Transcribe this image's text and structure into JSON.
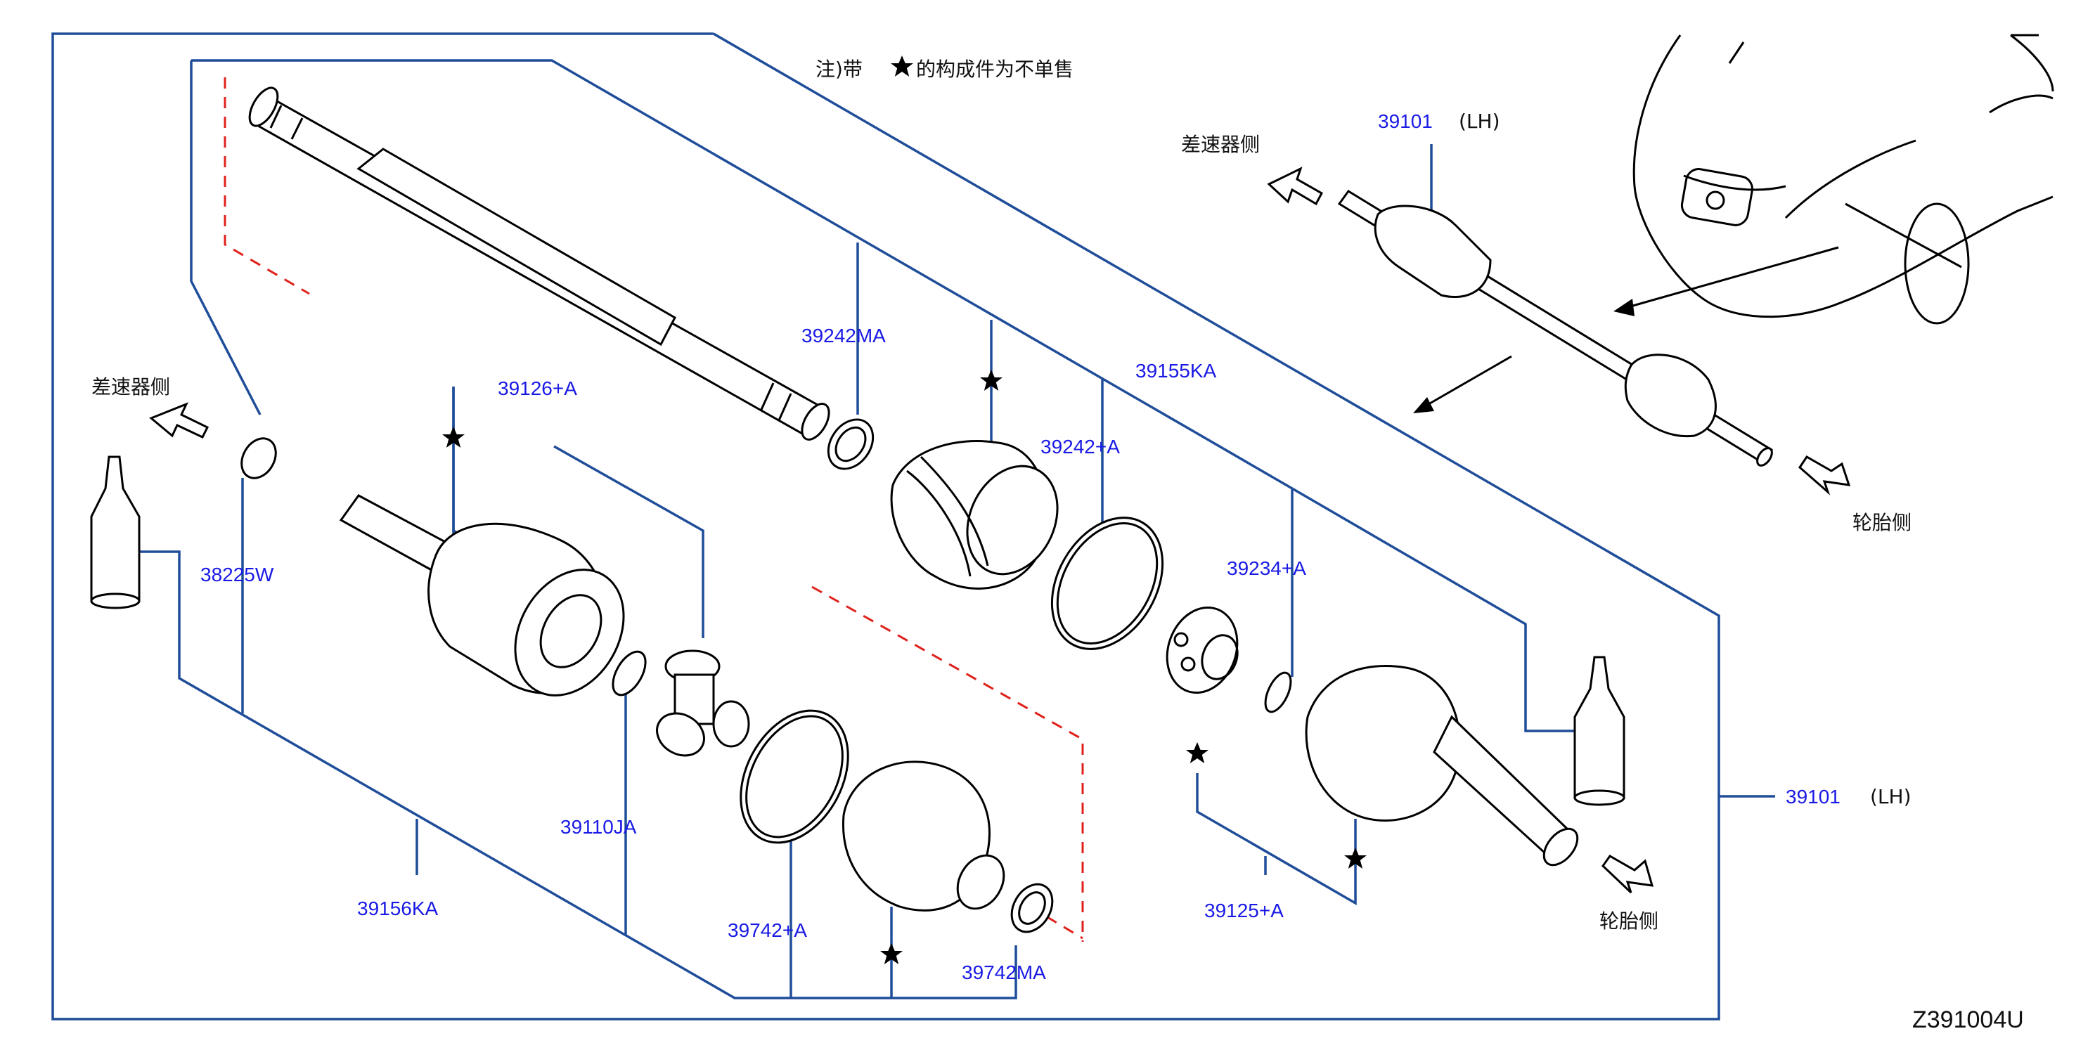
{
  "note": {
    "prefix": "注)带",
    "suffix": "的构成件为不单售"
  },
  "labels": {
    "diff_side_left": "差速器侧",
    "diff_side_top": "差速器侧",
    "wheel_side_right": "轮胎侧",
    "wheel_side_bottom": "轮胎侧",
    "lh_top": "(LH)",
    "lh_right": "(LH)"
  },
  "parts": {
    "p39101_top": "39101",
    "p39101_right": "39101",
    "p39242MA": "39242MA",
    "p39155KA": "39155KA",
    "p39242A": "39242+A",
    "p39234A": "39234+A",
    "p39126A": "39126+A",
    "p38225W": "38225W",
    "p39110JA": "39110JA",
    "p39156KA": "39156KA",
    "p39742A": "39742+A",
    "p39742MA": "39742MA",
    "p39125A": "39125+A"
  },
  "diagram_code": "Z391004U",
  "colors": {
    "part_number": "#1a1ae6",
    "leader": "#1f4d99",
    "cut_line": "#e0211b",
    "outline": "#000000"
  }
}
